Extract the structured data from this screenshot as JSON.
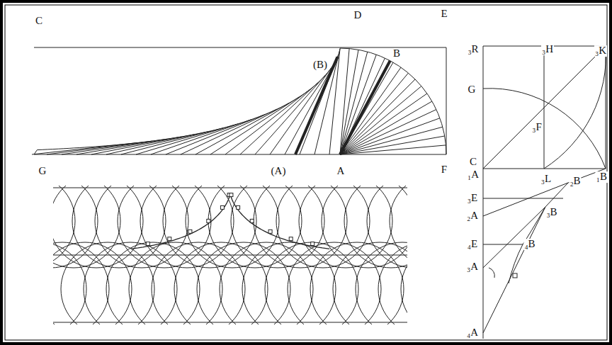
{
  "diagram": {
    "labels": [
      "C",
      "D",
      "E",
      "(B)",
      "B",
      "G",
      "(A)",
      "A",
      "F",
      "₃R",
      "₃H",
      "₃K",
      "G",
      "₃F",
      "C",
      "₁A",
      "₃L",
      "₁B",
      "₂B",
      "₃E",
      "₂A",
      "₃B",
      "₄E",
      "₄B",
      "₃A",
      "₄A"
    ]
  }
}
